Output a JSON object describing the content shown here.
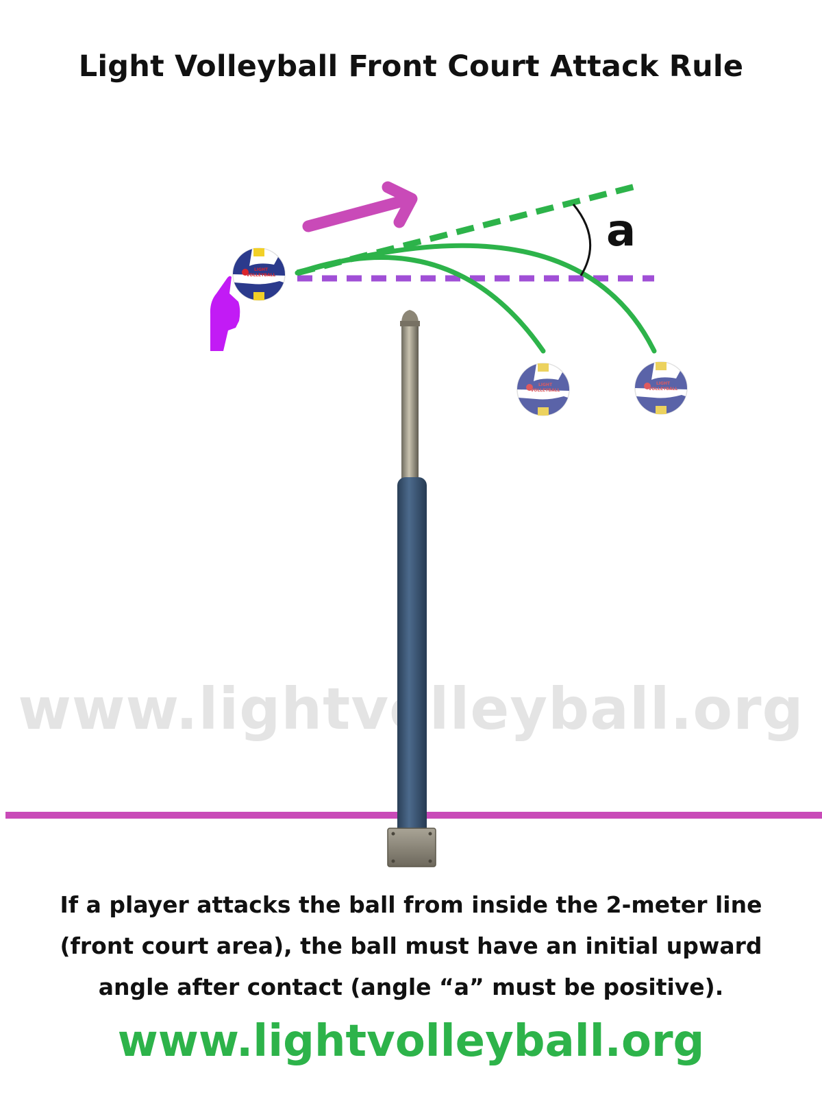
{
  "title": "Light Volleyball Front Court Attack Rule",
  "angle_label": "a",
  "ball_text_line1": "LIGHT",
  "ball_text_line2": "VOLLEYBALL",
  "watermark": "www.lightvolleyball.org",
  "caption": {
    "line1": "If a player attacks the ball from inside the 2-meter line",
    "line2": "(front court area), the ball must have an initial upward",
    "line3": "angle after contact (angle “a” must be positive)."
  },
  "footer_url": "www.lightvolleyball.org",
  "colors": {
    "trajectory": "#2db34a",
    "horizontal_reference": "#a04fd6",
    "direction_arrow": "#c94ab8",
    "hand": "#c21bf5",
    "court_line": "#c94ab8",
    "pole": "#3e5a78",
    "ball_blue": "#2b3a8c",
    "ball_yellow": "#f2d027",
    "ball_red": "#d9242b"
  }
}
